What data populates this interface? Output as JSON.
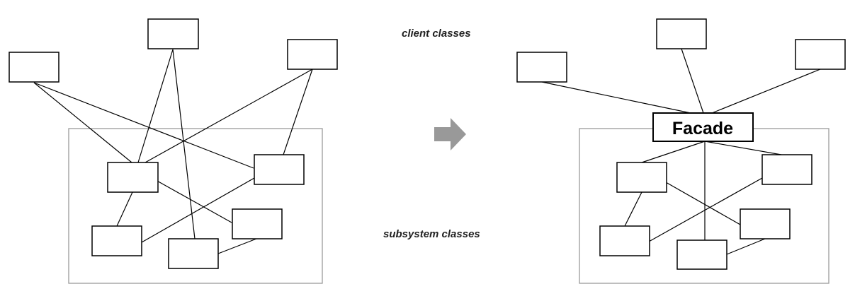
{
  "labels": {
    "client_classes": "client classes",
    "subsystem_classes": "subsystem classes",
    "facade": "Facade"
  },
  "colors": {
    "box_stroke": "#000000",
    "frame_stroke": "#9a9a9a",
    "arrow_fill": "#999999",
    "caption_text": "#222222"
  },
  "icons": {
    "transition_arrow": "right-arrow-icon"
  }
}
